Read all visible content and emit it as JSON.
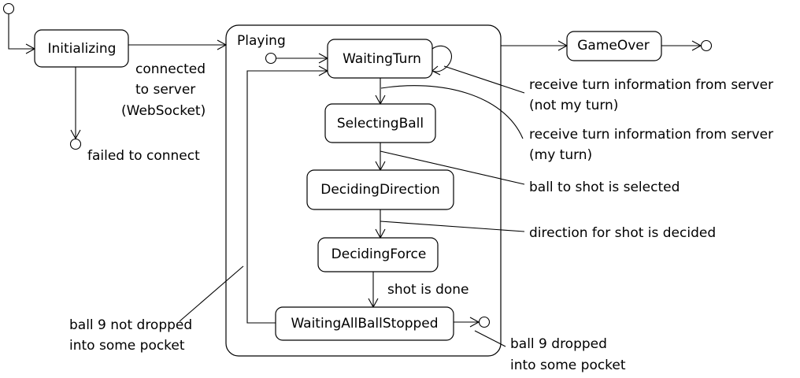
{
  "composite": {
    "name": "Playing"
  },
  "states": {
    "initializing": "Initializing",
    "waiting_turn": "WaitingTurn",
    "selecting_ball": "SelectingBall",
    "deciding_direction": "DecidingDirection",
    "deciding_force": "DecidingForce",
    "waiting_all_ball_stopped": "WaitingAllBallStopped",
    "game_over": "GameOver"
  },
  "transitions": {
    "connected": [
      "connected",
      "to server",
      "(WebSocket)"
    ],
    "failed": "failed to connect",
    "not_my_turn": [
      "receive turn information from server",
      "(not my turn)"
    ],
    "my_turn": [
      "receive turn information from server",
      "(my turn)"
    ],
    "ball_selected": "ball to shot is selected",
    "direction_decided": "direction for shot is decided",
    "shot_done": "shot is done",
    "ball9_not_dropped": [
      "ball 9 not dropped",
      "into some pocket"
    ],
    "ball9_dropped": [
      "ball 9 dropped",
      "into some pocket"
    ]
  }
}
